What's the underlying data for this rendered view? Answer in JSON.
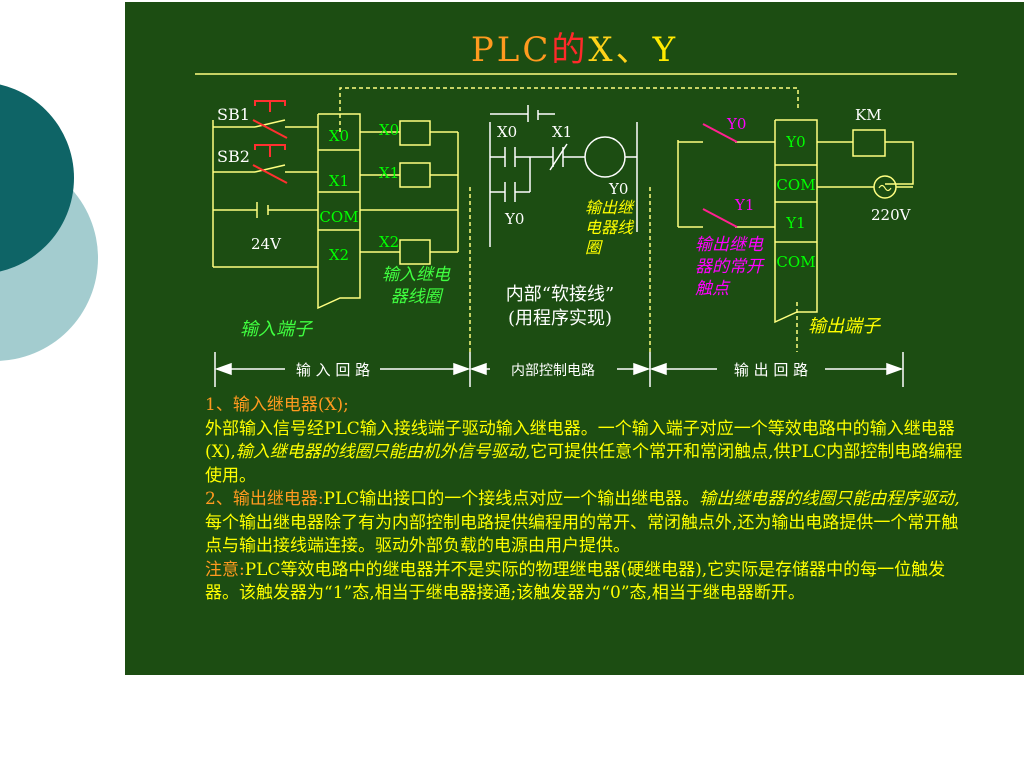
{
  "title": {
    "part1": "PLC",
    "part2": "的",
    "part3": "X、",
    "part4": "Y"
  },
  "colors": {
    "background": "#1c4d12",
    "wire": "#ffff80",
    "text": "#ffff00",
    "heading": "#ff9a1f",
    "coil_label": "#40ff40",
    "contact_label": "#ff00ff",
    "terminal": "#00ff00",
    "white": "#ffffff"
  },
  "diagram": {
    "sb1": "SB1",
    "sb2": "SB2",
    "battery": "24V",
    "in_terms": [
      "X0",
      "X1",
      "COM",
      "X2"
    ],
    "in_coils": [
      "X0",
      "X1",
      "X2"
    ],
    "in_coil_note": "输入继电器线圈",
    "in_terminal_note": "输入端子",
    "inner": {
      "c1": "X0",
      "c2": "X1",
      "c3": "Y0",
      "coil": "Y0",
      "note1": "内部“软接线”",
      "note2": "(用程序实现)"
    },
    "out_coil_note": "输出继电器线圈",
    "out_contacts": [
      "Y0",
      "Y1"
    ],
    "out_terms": [
      "Y0",
      "COM",
      "Y1",
      "COM"
    ],
    "out_contact_note": "输出继电器的常开触点",
    "km": "KM",
    "ac": "220V",
    "out_terminal_note": "输出端子",
    "range_in": "输 入 回 路",
    "range_mid": "内部控制电路",
    "range_out": "输 出 回 路"
  },
  "text": {
    "p1_head": "1、输入继电器(X);",
    "p1_a": "外部输入信号经PLC输入接线端子驱动输入继电器。一个输入端子对应一个等效电路中的输入继电器(X),",
    "p1_b": "输入继电器的线圈只能由机外信号驱动,",
    "p1_c": "它可提供任意个常开和常闭触点,供PLC内部控制电路编程使用。",
    "p2_head": "2、输出继电器:",
    "p2_a": "PLC输出接口的一个接线点对应一个输出继电器。",
    "p2_b": "输出继电器的线圈只能由程序驱动,",
    "p2_c": "每个输出继电器除了有为内部控制电路提供编程用的常开、常闭触点外,还为输出电路提供一个常开触点与输出接线端连接。驱动外部负载的电源由用户提供。",
    "note_head": "注意:",
    "note": "PLC等效电路中的继电器并不是实际的物理继电器(硬继电器),它实际是存储器中的每一位触发器。该触发器为“1”态,相当于继电器接通;该触发器为“0”态,相当于继电器断开。"
  }
}
